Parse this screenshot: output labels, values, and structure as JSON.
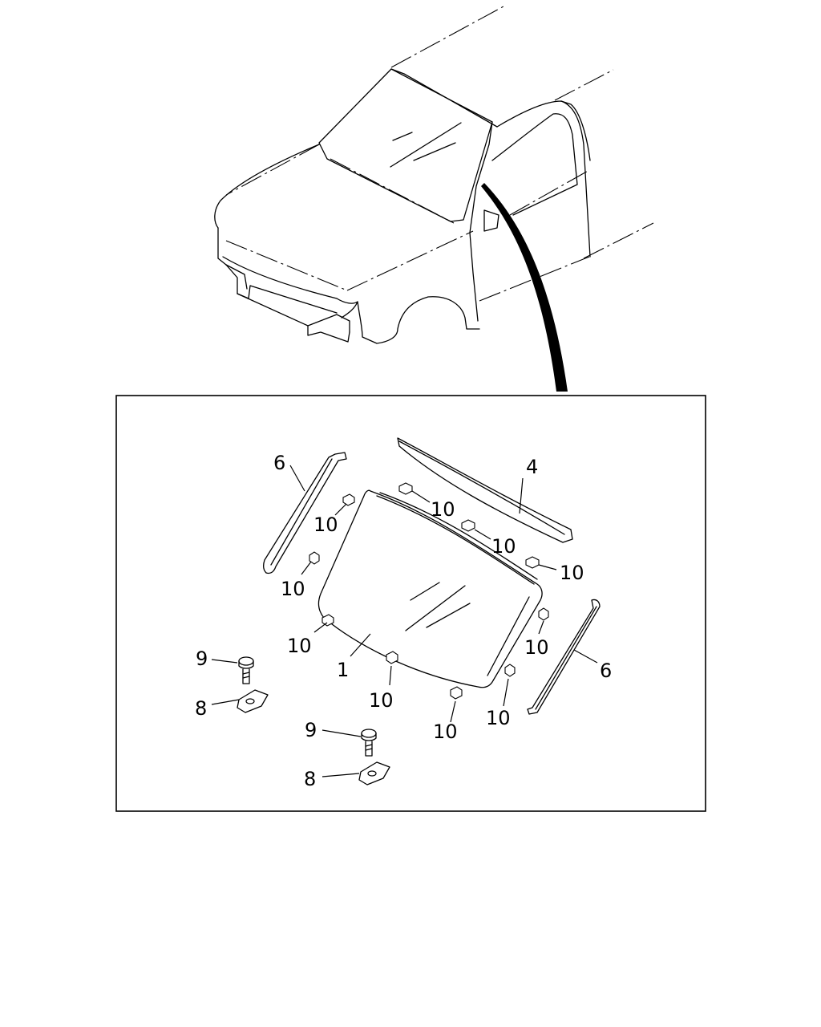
{
  "figure": {
    "callouts": {
      "windshield": "1",
      "upper_molding": "4",
      "side_molding_left": "6",
      "side_molding_right": "6",
      "nut_left": "8",
      "nut_center": "8",
      "bolt_left": "9",
      "bolt_center": "9",
      "clip_1": "10",
      "clip_2": "10",
      "clip_3": "10",
      "clip_4": "10",
      "clip_5": "10",
      "clip_6": "10",
      "clip_7": "10",
      "clip_8": "10",
      "clip_9": "10",
      "clip_10": "10"
    }
  }
}
